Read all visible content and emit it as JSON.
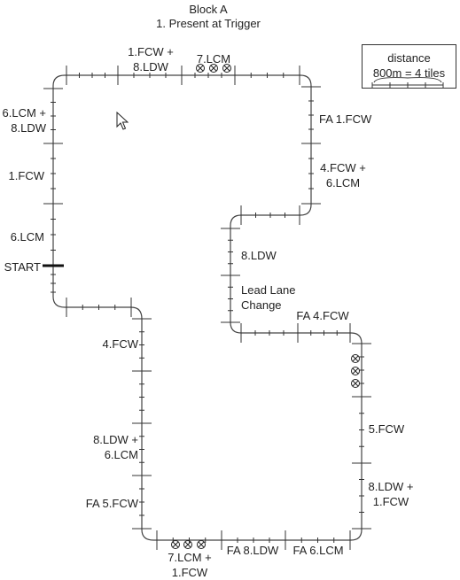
{
  "title": {
    "line1": "Block A",
    "line2": "1. Present at Trigger"
  },
  "legend": {
    "title": "distance",
    "scale": "800m = 4 tiles"
  },
  "start_label": "START",
  "labels": {
    "top_fcw_ldw": [
      "1.FCW +",
      "8.LDW"
    ],
    "top_lcm": "7.LCM",
    "left_lcm_ldw": [
      "6.LCM +",
      "8.LDW"
    ],
    "left_fcw": "1.FCW",
    "left_lcm": "6.LCM",
    "right_fa_fcw": "FA 1.FCW",
    "right_fcw_lcm": [
      "4.FCW +",
      "6.LCM"
    ],
    "mid_ldw": "8.LDW",
    "lane_change": [
      "Lead Lane",
      "Change"
    ],
    "fa_4fcw": "FA 4.FCW",
    "lower_left_fcw": "4.FCW",
    "lower_left_ldw_lcm": [
      "8.LDW +",
      "6.LCM"
    ],
    "fa_5fcw": "FA 5.FCW",
    "right_5fcw": "5.FCW",
    "right_ldw_fcw": [
      "8.LDW +",
      "1.FCW"
    ],
    "bottom_lcm_fcw": [
      "7.LCM +",
      "1.FCW"
    ],
    "bottom_fa_8ldw": "FA 8.LDW",
    "bottom_fa_6lcm": "FA 6.LCM"
  },
  "icons": {
    "vehicle_marker": "circled-x-icon",
    "cursor": "mouse-pointer-icon"
  }
}
